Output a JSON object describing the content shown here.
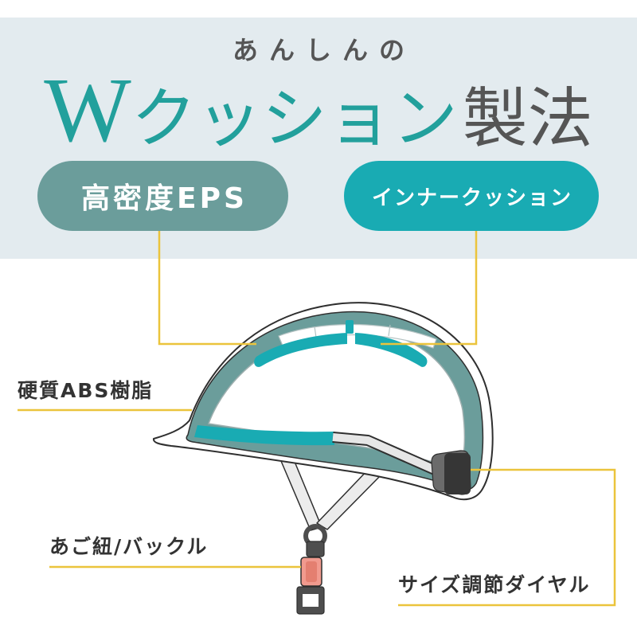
{
  "header": {
    "subtitle": "あんしんの",
    "title_w": "W",
    "title_cushion": "クッション",
    "title_method": "製法"
  },
  "callouts": {
    "eps": "高密度EPS",
    "inner_cushion": "インナークッション",
    "abs_shell": "硬質ABS樹脂",
    "chin_strap_buckle": "あご紐/バックル",
    "size_dial": "サイズ調節ダイヤル"
  },
  "colors": {
    "panel_background": "#e3ebef",
    "title_teal": "#22a09c",
    "title_gray": "#555555",
    "eps_pill": "#6b9d9b",
    "cushion_pill": "#19abb3",
    "leader_yellow": "#ebc43c",
    "eps_liner": "#6b9d9b",
    "inner_cushion": "#19abb3",
    "buckle_pink": "#f19a8e",
    "dial_dark": "#363636",
    "label_text": "#333333"
  }
}
